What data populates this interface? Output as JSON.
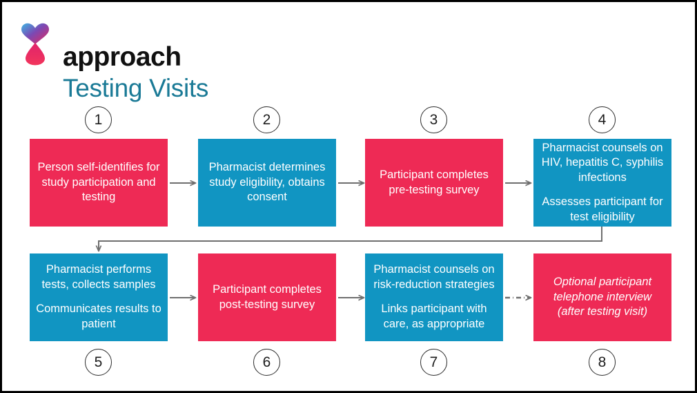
{
  "brand": {
    "name": "approach",
    "subtitle": "Testing Visits",
    "logo_icon": "heart-droplet-logo",
    "subtitle_color": "#1A7A96",
    "name_color": "#111111"
  },
  "colors": {
    "pink": "#EE2A55",
    "blue": "#1195C2",
    "connector": "#6E6E6E",
    "circle_stroke": "#2b2b2b",
    "background": "#FFFFFF",
    "border": "#000000"
  },
  "flow": {
    "steps": [
      {
        "number": "1",
        "color": "pink",
        "number_position": "above",
        "italic": false,
        "paragraphs": [
          "Person self-identifies for study participation and testing"
        ]
      },
      {
        "number": "2",
        "color": "blue",
        "number_position": "above",
        "italic": false,
        "paragraphs": [
          "Pharmacist determines study eligibility, obtains consent"
        ]
      },
      {
        "number": "3",
        "color": "pink",
        "number_position": "above",
        "italic": false,
        "paragraphs": [
          "Participant completes pre-testing survey"
        ]
      },
      {
        "number": "4",
        "color": "blue",
        "number_position": "above",
        "italic": false,
        "paragraphs": [
          "Pharmacist counsels on HIV, hepatitis C, syphilis infections",
          "Assesses participant for test eligibility"
        ]
      },
      {
        "number": "5",
        "color": "blue",
        "number_position": "below",
        "italic": false,
        "paragraphs": [
          "Pharmacist performs tests, collects samples",
          "Communicates results to patient"
        ]
      },
      {
        "number": "6",
        "color": "pink",
        "number_position": "below",
        "italic": false,
        "paragraphs": [
          "Participant completes post-testing survey"
        ]
      },
      {
        "number": "7",
        "color": "blue",
        "number_position": "below",
        "italic": false,
        "paragraphs": [
          "Pharmacist counsels on risk-reduction strategies",
          "Links participant with care, as appropriate"
        ]
      },
      {
        "number": "8",
        "color": "pink",
        "number_position": "below",
        "italic": true,
        "paragraphs": [
          "Optional participant telephone interview (after testing visit)"
        ]
      }
    ],
    "connectors": [
      {
        "name": "arrow-step1-to-step2",
        "style": "solid",
        "direction": "right"
      },
      {
        "name": "arrow-step2-to-step3",
        "style": "solid",
        "direction": "right"
      },
      {
        "name": "arrow-step3-to-step4",
        "style": "solid",
        "direction": "right"
      },
      {
        "name": "arrow-step4-to-step5",
        "style": "solid",
        "direction": "wrap-down-left"
      },
      {
        "name": "arrow-step5-to-step6",
        "style": "solid",
        "direction": "right"
      },
      {
        "name": "arrow-step6-to-step7",
        "style": "solid",
        "direction": "right"
      },
      {
        "name": "arrow-step7-to-step8",
        "style": "dash-dot",
        "direction": "right"
      }
    ]
  }
}
